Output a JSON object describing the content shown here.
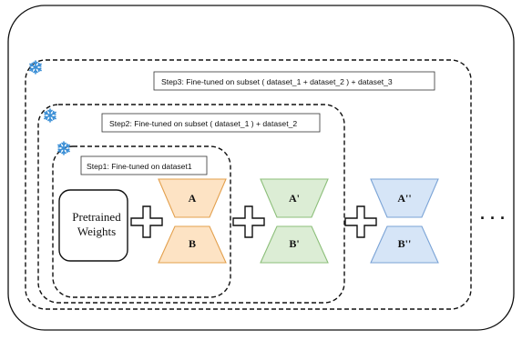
{
  "steps": {
    "step3_label": "Step3: Fine-tuned on subset ( dataset_1 + dataset_2 ) + dataset_3",
    "step2_label": "Step2: Fine-tuned on subset ( dataset_1 ) + dataset_2",
    "step1_label": "Step1: Fine-tuned on dataset1"
  },
  "base_model": {
    "label_line1": "Pretrained",
    "label_line2": "Weights"
  },
  "adapters": [
    {
      "top": "A",
      "bottom": "B",
      "fill": "#fde3c4",
      "stroke": "#e3a04d"
    },
    {
      "top": "A'",
      "bottom": "B'",
      "fill": "#dcedd5",
      "stroke": "#8cbf7a"
    },
    {
      "top": "A''",
      "bottom": "B''",
      "fill": "#d6e5f7",
      "stroke": "#7aa3d6"
    }
  ],
  "ellipsis": "· · ·",
  "icons": {
    "frozen": "snowflake-icon",
    "combine": "plus-icon"
  },
  "colors": {
    "snowflake": "#3b8fd6",
    "dashed_border": "#111111"
  }
}
